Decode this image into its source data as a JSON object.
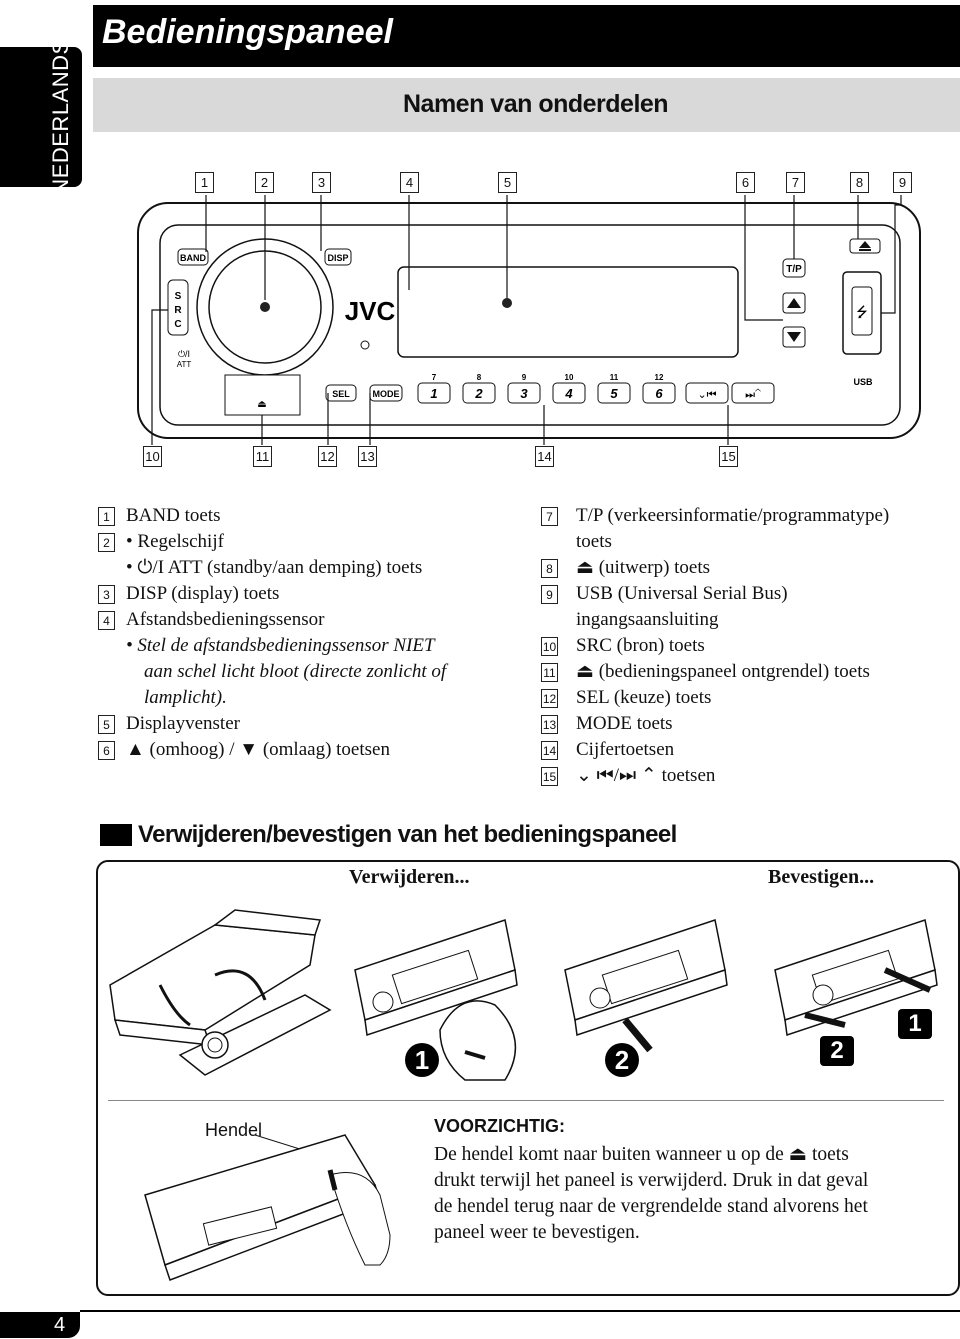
{
  "language_tab": "NEDERLANDS",
  "page_title": "Bedieningspaneel",
  "section_heading": "Namen van onderdelen",
  "top_callouts": [
    "1",
    "2",
    "3",
    "4",
    "5",
    "6",
    "7",
    "8",
    "9"
  ],
  "bottom_callouts": [
    "10",
    "11",
    "12",
    "13",
    "14",
    "15"
  ],
  "panel_labels": {
    "band": "BAND",
    "disp": "DISP",
    "src": "S\nR\nC",
    "att": "ATT",
    "power": "⏻/I",
    "brand": "JVC",
    "tp": "T/P",
    "usb": "USB",
    "sel": "SEL",
    "mode": "MODE",
    "keys": [
      "1",
      "2",
      "3",
      "4",
      "5",
      "6"
    ],
    "keys_upper": [
      "7",
      "8",
      "9",
      "10",
      "11",
      "12"
    ]
  },
  "legend_left": [
    {
      "n": "1",
      "text": "BAND toets"
    },
    {
      "n": "2",
      "text": "•  Regelschijf"
    },
    {
      "n": "",
      "text": "•  ⏻/I ATT (standby/aan demping) toets"
    },
    {
      "n": "3",
      "text": "DISP (display) toets"
    },
    {
      "n": "4",
      "text": "Afstandsbedieningssensor"
    },
    {
      "n": "",
      "text": "•  Stel de afstandsbedieningssensor NIET",
      "italic": true
    },
    {
      "n": "",
      "text": "aan schel licht bloot (directe zonlicht of",
      "italic": true,
      "indent": true
    },
    {
      "n": "",
      "text": "lamplicht).",
      "italic": true,
      "indent": true
    },
    {
      "n": "5",
      "text": "Displayvenster"
    },
    {
      "n": "6",
      "text": "▲ (omhoog) / ▼ (omlaag) toetsen"
    }
  ],
  "legend_right": [
    {
      "n": "7",
      "text": "T/P (verkeersinformatie/programmatype)"
    },
    {
      "n": "",
      "text": "toets"
    },
    {
      "n": "8",
      "text": "⏏ (uitwerp) toets"
    },
    {
      "n": "9",
      "text": "USB (Universal Serial Bus)"
    },
    {
      "n": "",
      "text": "ingangsaansluiting"
    },
    {
      "n": "10",
      "text": "SRC (bron) toets"
    },
    {
      "n": "11",
      "text": "⏏ (bedieningspaneel ontgrendel) toets"
    },
    {
      "n": "12",
      "text": "SEL (keuze) toets"
    },
    {
      "n": "13",
      "text": "MODE toets"
    },
    {
      "n": "14",
      "text": "Cijfertoetsen"
    },
    {
      "n": "15",
      "text": "⌄ ⏮/⏭ ⌃ toetsen"
    }
  ],
  "removal_section_title": "Verwijderen/bevestigen van het bedieningspaneel",
  "remove_label": "Verwijderen...",
  "attach_label": "Bevestigen...",
  "step_labels": [
    "1",
    "2",
    "2",
    "1"
  ],
  "hendel_label": "Hendel",
  "caution_title": "VOORZICHTIG:",
  "caution_lines": [
    "De hendel komt naar buiten wanneer u op de ⏏ toets",
    "drukt terwijl het paneel is verwijderd. Druk in dat geval",
    "de hendel terug naar de vergrendelde stand alvorens het",
    "paneel weer te bevestigen."
  ],
  "page_number": "4"
}
